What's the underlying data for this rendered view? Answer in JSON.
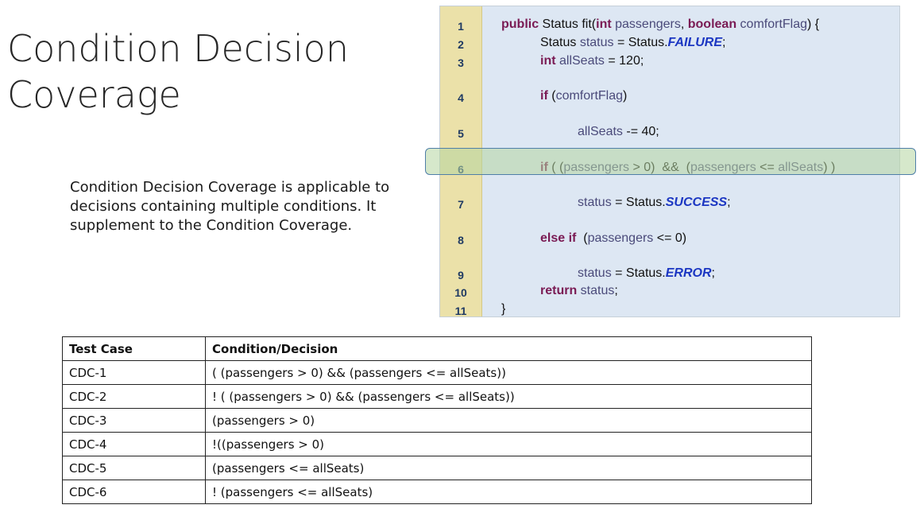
{
  "slide": {
    "title_lines": [
      "Condition Decision",
      "Coverage"
    ],
    "description_lines": [
      "Condition Decision Coverage is applicable to",
      "decisions containing multiple conditions. It",
      "supplement to the Condition Coverage."
    ]
  },
  "code": {
    "highlighted_line": "6",
    "lines": [
      {
        "num": "1",
        "segments": [
          {
            "t": "public",
            "s": "kw"
          },
          {
            "t": " Status fit(",
            "s": ""
          },
          {
            "t": "int",
            "s": "kw"
          },
          {
            "t": " passengers",
            "s": "var"
          },
          {
            "t": ", ",
            "s": ""
          },
          {
            "t": "boolean",
            "s": "kw"
          },
          {
            "t": " comfortFlag",
            "s": "var"
          },
          {
            "t": ") {",
            "s": ""
          }
        ]
      },
      {
        "num": "2",
        "segments": [
          {
            "t": "Status ",
            "s": ""
          },
          {
            "t": "status",
            "s": "var"
          },
          {
            "t": " = Status.",
            "s": ""
          },
          {
            "t": "FAILURE",
            "s": "const"
          },
          {
            "t": ";",
            "s": ""
          }
        ]
      },
      {
        "num": "3",
        "segments": [
          {
            "t": "int",
            "s": "kw"
          },
          {
            "t": " allSeats",
            "s": "var"
          },
          {
            "t": " = 120;",
            "s": ""
          }
        ]
      },
      {
        "num": "4",
        "segments": [
          {
            "t": "if",
            "s": "kw"
          },
          {
            "t": " (",
            "s": ""
          },
          {
            "t": "comfortFlag",
            "s": "var"
          },
          {
            "t": ")",
            "s": ""
          }
        ]
      },
      {
        "num": "5",
        "segments": [
          {
            "t": "allSeats",
            "s": "var"
          },
          {
            "t": " -= 40;",
            "s": ""
          }
        ]
      },
      {
        "num": "6",
        "segments": [
          {
            "t": "if",
            "s": "kw"
          },
          {
            "t": " ( (",
            "s": ""
          },
          {
            "t": "passengers",
            "s": "var"
          },
          {
            "t": " > 0)  &&  (",
            "s": ""
          },
          {
            "t": "passengers",
            "s": "var"
          },
          {
            "t": " <= ",
            "s": ""
          },
          {
            "t": "allSeats",
            "s": "var"
          },
          {
            "t": ") )",
            "s": ""
          }
        ]
      },
      {
        "num": "7",
        "segments": [
          {
            "t": "status",
            "s": "var"
          },
          {
            "t": " = Status.",
            "s": ""
          },
          {
            "t": "SUCCESS",
            "s": "const"
          },
          {
            "t": ";",
            "s": ""
          }
        ]
      },
      {
        "num": "8",
        "segments": [
          {
            "t": "else if",
            "s": "kw"
          },
          {
            "t": "  (",
            "s": ""
          },
          {
            "t": "passengers",
            "s": "var"
          },
          {
            "t": " <= 0)",
            "s": ""
          }
        ]
      },
      {
        "num": "9",
        "segments": [
          {
            "t": "status",
            "s": "var"
          },
          {
            "t": " = Status.",
            "s": ""
          },
          {
            "t": "ERROR",
            "s": "const"
          },
          {
            "t": ";",
            "s": ""
          }
        ]
      },
      {
        "num": "10",
        "segments": [
          {
            "t": "return",
            "s": "kw"
          },
          {
            "t": " status",
            "s": "var"
          },
          {
            "t": ";",
            "s": ""
          }
        ]
      },
      {
        "num": "11",
        "segments": [
          {
            "t": "}",
            "s": ""
          }
        ]
      }
    ]
  },
  "table": {
    "headers": [
      "Test Case",
      "Condition/Decision"
    ],
    "rows": [
      [
        "CDC-1",
        "( (passengers > 0) && (passengers <= allSeats))"
      ],
      [
        "CDC-2",
        "! ( (passengers > 0) && (passengers <= allSeats))"
      ],
      [
        "CDC-3",
        "(passengers > 0)"
      ],
      [
        "CDC-4",
        "!((passengers > 0)"
      ],
      [
        "CDC-5",
        "(passengers <= allSeats)"
      ],
      [
        "CDC-6",
        "! (passengers <= allSeats)"
      ]
    ]
  }
}
